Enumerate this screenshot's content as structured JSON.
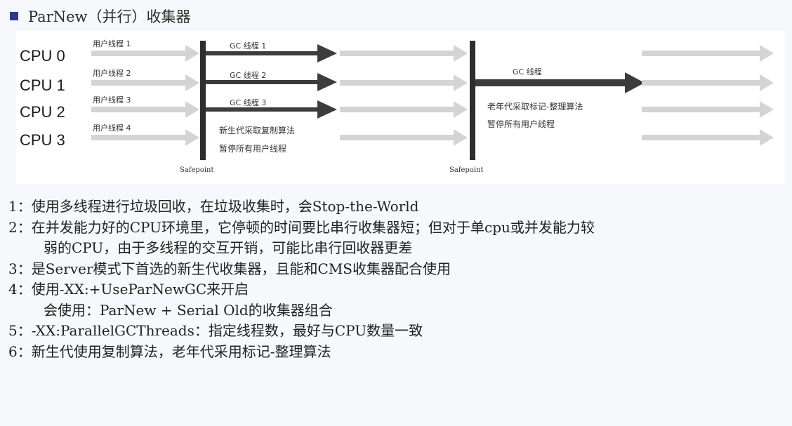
{
  "title": "ParNew（并行）收集器",
  "diagram": {
    "cpus": [
      "CPU 0",
      "CPU 1",
      "CPU 2",
      "CPU 3"
    ],
    "user_threads": [
      "用户线程 1",
      "用户线程 2",
      "用户线程 3",
      "用户线程 4"
    ],
    "gc_threads_young": [
      "GC 线程 1",
      "GC 线程 2",
      "GC 线程 3"
    ],
    "young_note_1": "新生代采取复制算法",
    "young_note_2": "暂停所有用户线程",
    "gc_thread_old": "GC 线程",
    "old_note_1": "老年代采取标记-整理算法",
    "old_note_2": "暂停所有用户线程",
    "safepoint_1": "Safepoint",
    "safepoint_2": "Safepoint",
    "colors": {
      "user_arrow": "#d4d4d4",
      "gc_arrow": "#3c3c3c",
      "safepoint_bar": "#2e2e2e"
    }
  },
  "notes": [
    "1：使用多线程进行垃圾回收，在垃圾收集时，会Stop-the-World",
    "2：在并发能力好的CPU环境里，它停顿的时间要比串行收集器短；但对于单cpu或并发能力较",
    "弱的CPU，由于多线程的交互开销，可能比串行回收器更差",
    "3：是Server模式下首选的新生代收集器，且能和CMS收集器配合使用",
    "4：使用-XX:+UseParNewGC来开启",
    "会使用：ParNew + Serial Old的收集器组合",
    "5：-XX:ParallelGCThreads：指定线程数，最好与CPU数量一致",
    "6：新生代使用复制算法，老年代采用标记-整理算法"
  ]
}
